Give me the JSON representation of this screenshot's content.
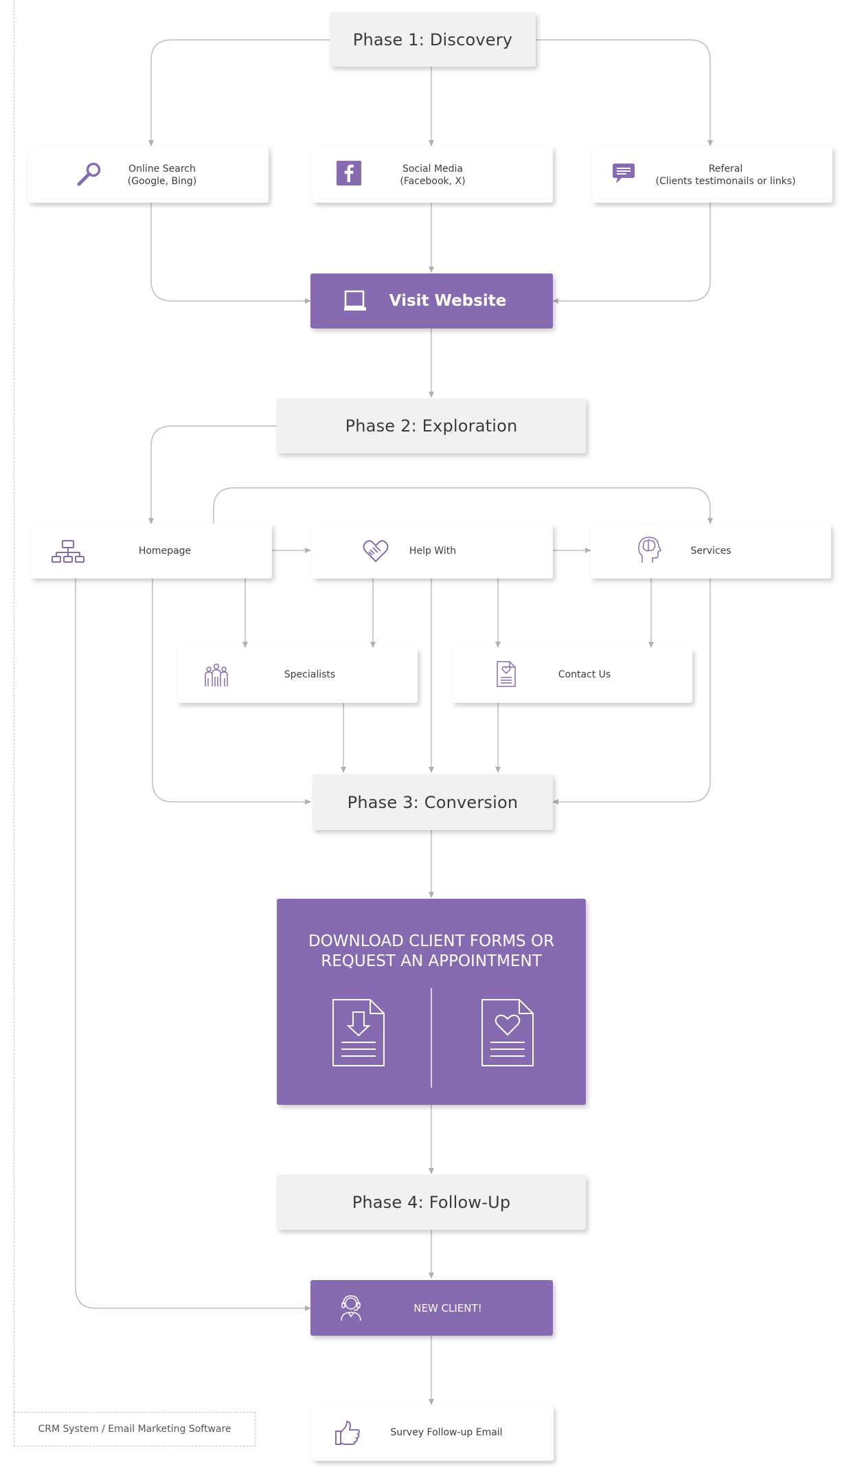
{
  "phases": {
    "discovery": "Phase 1: Discovery",
    "exploration": "Phase 2: Exploration",
    "conversion": "Phase 3: Conversion",
    "follow_up": "Phase 4: Follow-Up"
  },
  "sources": {
    "online_search": {
      "line1": "Online Search",
      "line2": "(Google, Bing)"
    },
    "social_media": {
      "line1": "Social Media",
      "line2": "(Facebook, X)"
    },
    "referral": {
      "line1": "Referal",
      "line2": "(Clients testimonails or links)"
    }
  },
  "visit_website": "Visit Website",
  "pages": {
    "homepage": "Homepage",
    "help_with": "Help With",
    "services": "Services",
    "specialists": "Specialists",
    "contact_us": "Contact Us"
  },
  "cta": {
    "line1": "DOWNLOAD CLIENT FORMS OR",
    "line2": "REQUEST AN APPOINTMENT"
  },
  "new_client": "NEW CLIENT!",
  "survey": "Survey Follow-up Email",
  "legend": "CRM System / Email Marketing Software",
  "colors": {
    "accent": "#876bb0",
    "phase_bg": "#f1f1f1",
    "connector": "#b8b8b8"
  }
}
